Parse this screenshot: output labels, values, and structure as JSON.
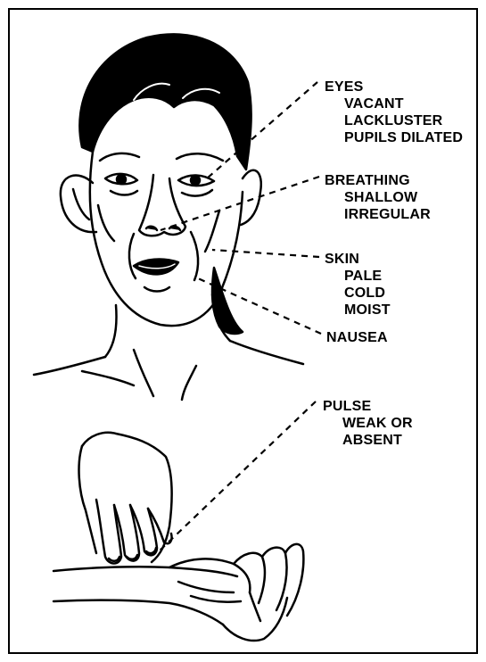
{
  "labels": {
    "eyes": {
      "heading": "EYES",
      "items": [
        "VACANT",
        "LACKLUSTER",
        "PUPILS DILATED"
      ]
    },
    "breathing": {
      "heading": "BREATHING",
      "items": [
        "SHALLOW",
        "IRREGULAR"
      ]
    },
    "skin": {
      "heading": "SKIN",
      "items": [
        "PALE",
        "COLD",
        "MOIST"
      ]
    },
    "nausea": {
      "heading": "NAUSEA"
    },
    "pulse": {
      "heading": "PULSE",
      "items": [
        "WEAK OR",
        "ABSENT"
      ]
    }
  },
  "colors": {
    "ink": "#000000",
    "paper": "#ffffff"
  }
}
